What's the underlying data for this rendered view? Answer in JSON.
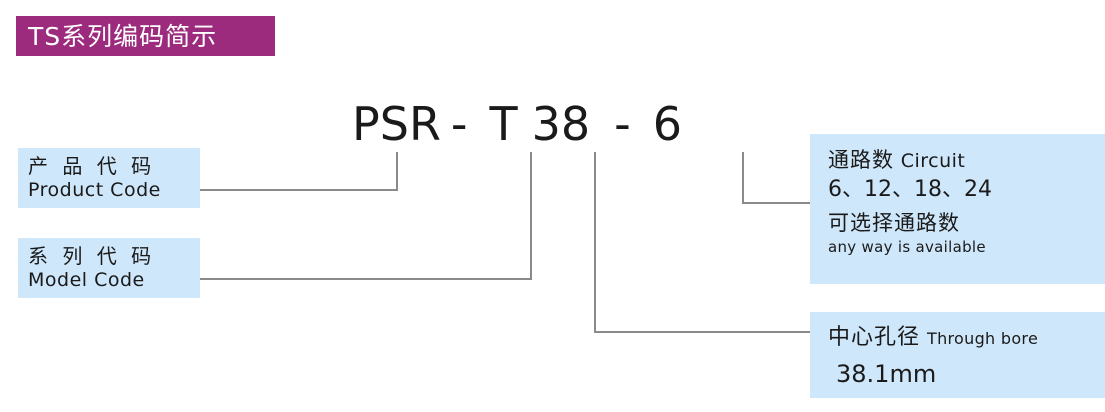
{
  "title": {
    "text": "TS系列编码简示",
    "banner_color": "#9C2B7E",
    "text_color": "#FFFFFF"
  },
  "code": {
    "product": "PSR",
    "dash1": "-",
    "model": "T",
    "bore": "38",
    "dash2": "-",
    "circuit": "6"
  },
  "callouts": {
    "product_code": {
      "cn": "产 品 代 码",
      "en": "Product Code"
    },
    "model_code": {
      "cn": "系 列 代 码",
      "en": "Model Code"
    },
    "circuit": {
      "cn_label": "通路数",
      "en_label": "Circuit",
      "values": "6、12、18、24",
      "cn_note": "可选择通路数",
      "en_note": "any way is available"
    },
    "through_bore": {
      "cn_label": "中心孔径",
      "en_label": "Through bore",
      "value": "38.1mm"
    }
  },
  "colors": {
    "box_fill": "#CFE7FA",
    "leader_line": "#8A8A8A",
    "text": "#1A1A1A"
  }
}
